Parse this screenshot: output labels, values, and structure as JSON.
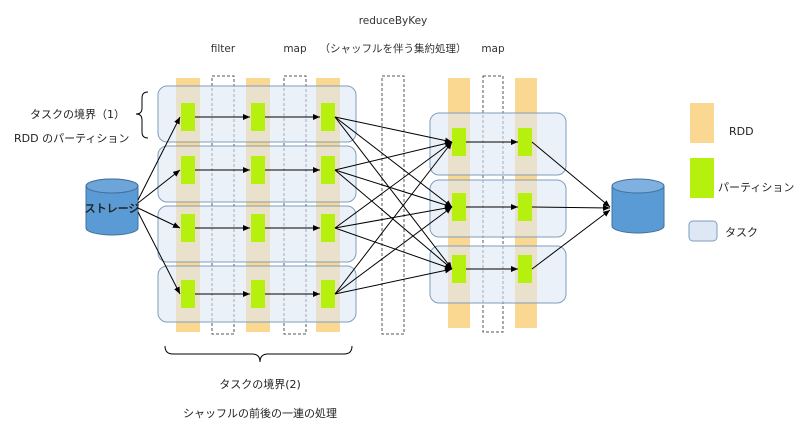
{
  "labels": {
    "task_boundary_1": "タスクの境界（1）",
    "rdd_partition": "RDD のパーティション",
    "storage": "ストレージ",
    "op_filter": "filter",
    "op_map_1": "map",
    "op_reducebykey": "reduceByKey",
    "op_reducebykey_note": "（シャッフルを伴う集約処理）",
    "op_map_2": "map",
    "task_boundary_2": "タスクの境界(2)",
    "task_boundary_2_note": "シャッフルの前後の一連の処理"
  },
  "legend": {
    "rdd": "RDD",
    "partition": "パーティション",
    "task": "タスク"
  },
  "colors": {
    "rdd": "#fbd891",
    "partition": "#b5f00f",
    "task_fill": "#dde8f4",
    "task_stroke": "#7f9dbd",
    "storage": "#5b9bd5",
    "storage_stroke": "#41719c",
    "arrow": "#000000",
    "dashed": "#555555"
  }
}
